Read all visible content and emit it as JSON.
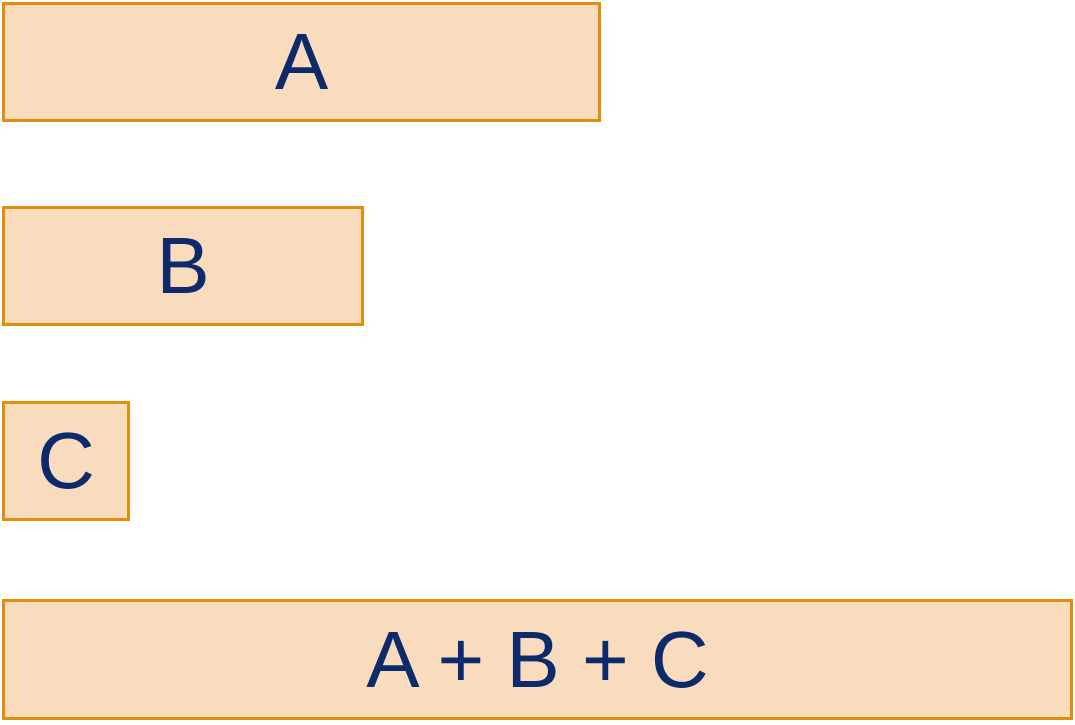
{
  "diagram": {
    "bars": [
      {
        "label": "A"
      },
      {
        "label": "B"
      },
      {
        "label": "C"
      },
      {
        "label": "A + B + C"
      }
    ],
    "colors": {
      "fill": "#f9dcbd",
      "border": "#e08e0b",
      "text": "#0d2a6b"
    }
  }
}
